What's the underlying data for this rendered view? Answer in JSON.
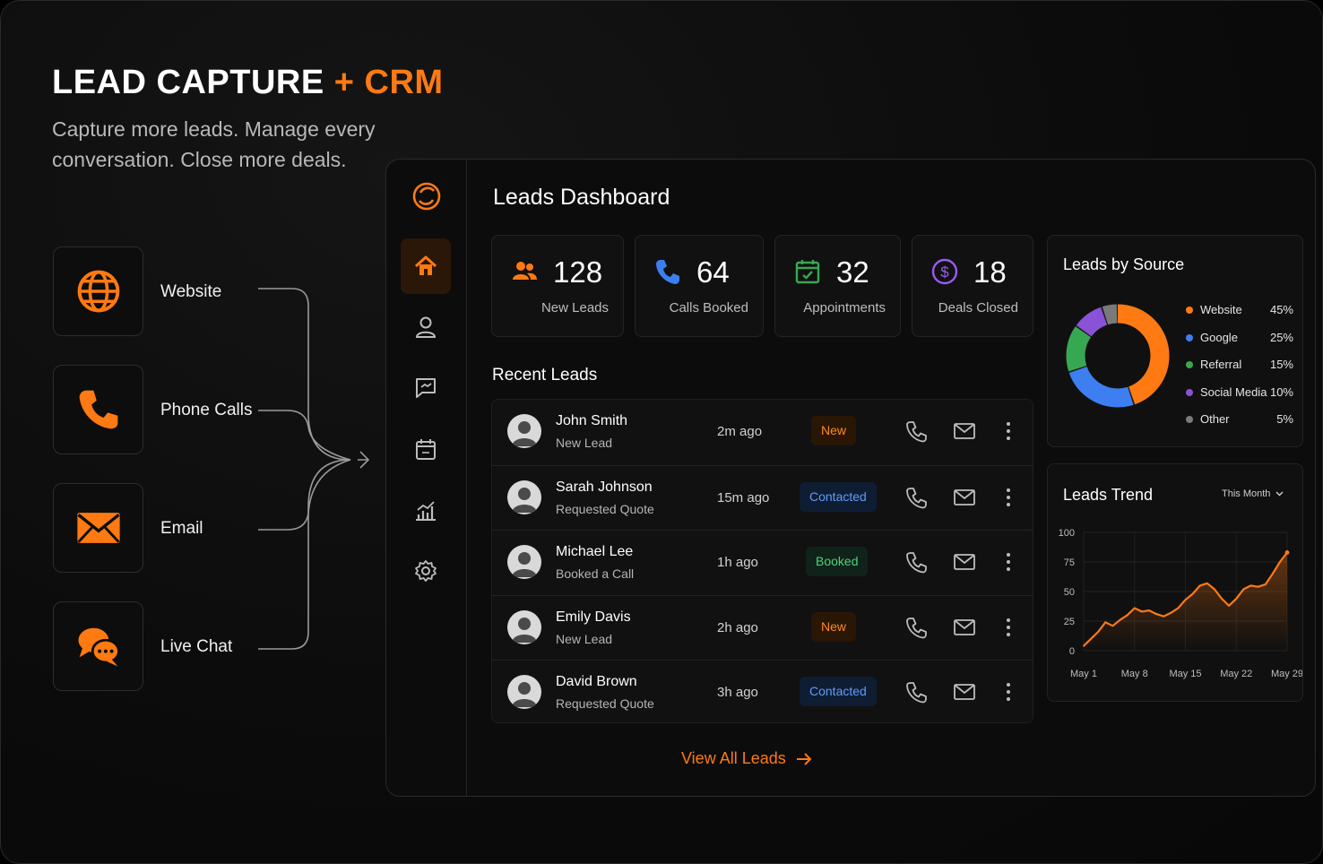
{
  "hero": {
    "title_main": "LEAD CAPTURE",
    "title_accent": "+ CRM",
    "tagline": "Capture more leads. Manage every conversation. Close more deals."
  },
  "channels": [
    {
      "label": "Website",
      "icon": "globe-icon"
    },
    {
      "label": "Phone Calls",
      "icon": "phone-icon"
    },
    {
      "label": "Email",
      "icon": "envelope-icon"
    },
    {
      "label": "Live Chat",
      "icon": "chat-bubbles-icon"
    }
  ],
  "sidebar": {
    "logo": "ring-logo-icon",
    "items": [
      {
        "icon": "home-icon",
        "active": true
      },
      {
        "icon": "user-icon"
      },
      {
        "icon": "message-icon"
      },
      {
        "icon": "calendar-icon"
      },
      {
        "icon": "analytics-icon"
      },
      {
        "icon": "settings-icon"
      }
    ]
  },
  "dashboard": {
    "title": "Leads Dashboard",
    "stats": [
      {
        "value": "128",
        "label": "New Leads",
        "color": "#ff7a12"
      },
      {
        "value": "64",
        "label": "Calls Booked",
        "color": "#3d7ff0"
      },
      {
        "value": "32",
        "label": "Appointments",
        "color": "#37a852"
      },
      {
        "value": "18",
        "label": "Deals Closed",
        "color": "#9a5cf0"
      }
    ],
    "recent_title": "Recent Leads",
    "leads": [
      {
        "name": "John Smith",
        "note": "New Lead",
        "time": "2m ago",
        "status": "New",
        "status_type": "new"
      },
      {
        "name": "Sarah Johnson",
        "note": "Requested Quote",
        "time": "15m ago",
        "status": "Contacted",
        "status_type": "contacted"
      },
      {
        "name": "Michael Lee",
        "note": "Booked a Call",
        "time": "1h ago",
        "status": "Booked",
        "status_type": "booked"
      },
      {
        "name": "Emily Davis",
        "note": "New Lead",
        "time": "2h ago",
        "status": "New",
        "status_type": "new"
      },
      {
        "name": "David Brown",
        "note": "Requested Quote",
        "time": "3h ago",
        "status": "Contacted",
        "status_type": "contacted"
      }
    ],
    "view_all": "View All Leads"
  },
  "source_card": {
    "title": "Leads by Source",
    "chart_data": {
      "type": "pie",
      "categories": [
        "Website",
        "Google",
        "Referral",
        "Social Media",
        "Other"
      ],
      "values": [
        45,
        25,
        15,
        10,
        5
      ],
      "labels": [
        "45%",
        "25%",
        "15%",
        "10%",
        "5%"
      ],
      "colors": [
        "#ff7a12",
        "#3d7ff0",
        "#37a852",
        "#8a52d6",
        "#7a7a7a"
      ],
      "legend": "right"
    }
  },
  "trend_card": {
    "title": "Leads Trend",
    "filter": "This Month",
    "chart_data": {
      "type": "line",
      "x": [
        "May 1",
        "May 2",
        "May 3",
        "May 4",
        "May 5",
        "May 6",
        "May 7",
        "May 8",
        "May 9",
        "May 10",
        "May 11",
        "May 12",
        "May 13",
        "May 14",
        "May 15",
        "May 16",
        "May 17",
        "May 18",
        "May 19",
        "May 20",
        "May 21",
        "May 22",
        "May 23",
        "May 24",
        "May 25",
        "May 26",
        "May 27",
        "May 28",
        "May 29"
      ],
      "y": [
        4,
        10,
        16,
        24,
        21,
        26,
        30,
        36,
        33,
        34,
        31,
        29,
        32,
        36,
        43,
        48,
        55,
        57,
        52,
        44,
        38,
        44,
        52,
        55,
        54,
        56,
        65,
        75,
        83
      ],
      "x_ticks": [
        "May 1",
        "May 8",
        "May 15",
        "May 22",
        "May 29"
      ],
      "y_ticks": [
        0,
        25,
        50,
        75,
        100
      ],
      "ylim": [
        0,
        100
      ],
      "color": "#ff7a12",
      "grid": true
    }
  }
}
